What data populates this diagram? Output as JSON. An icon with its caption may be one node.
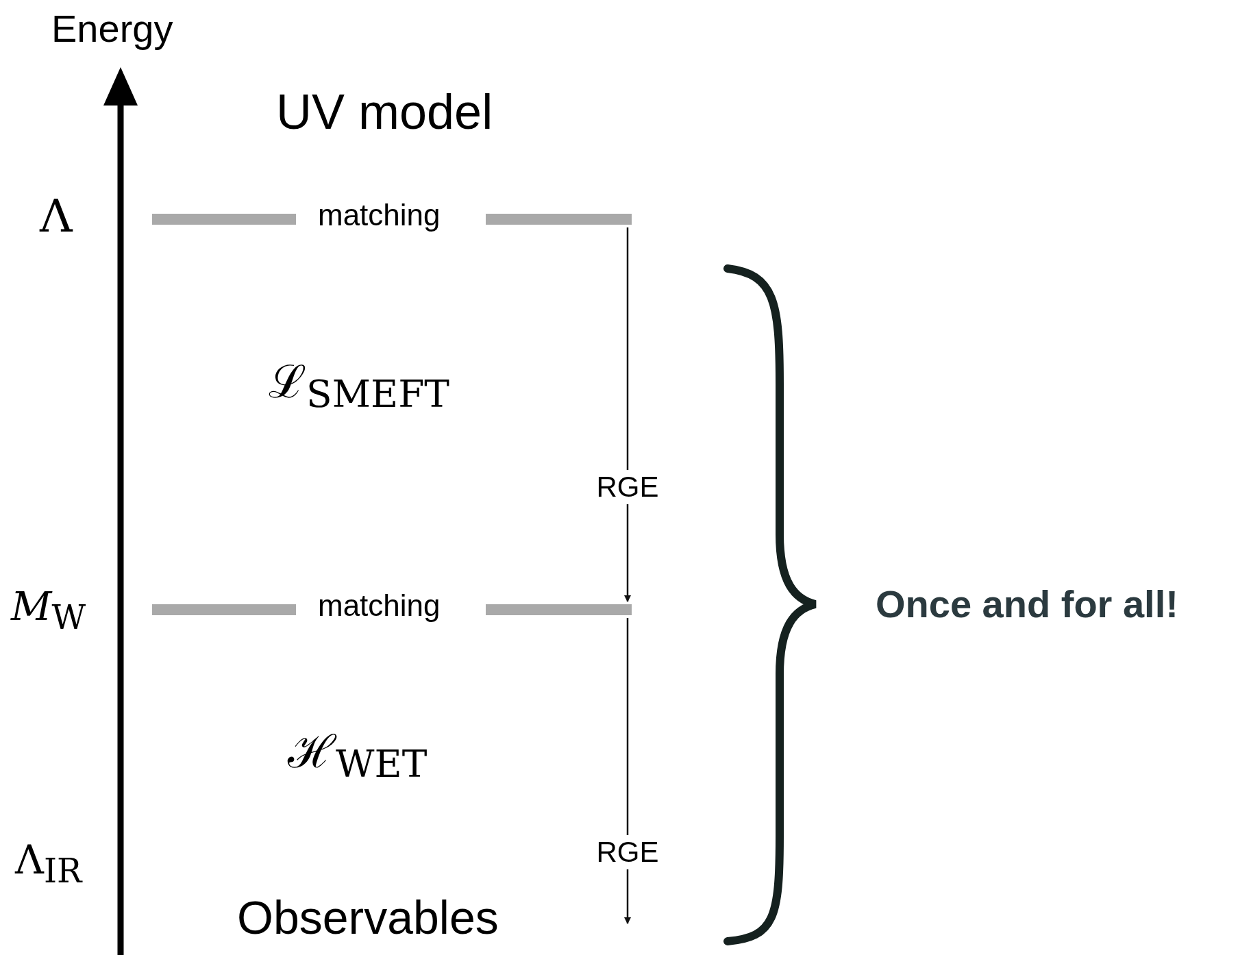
{
  "diagram": {
    "nodes": [
      {
        "text": [
          "UV model"
        ]
      },
      {
        "text": [
          "matching"
        ]
      },
      {
        "text": [
          "ℒ$_{SMEFT}$"
        ]
      },
      {
        "text": [
          "matching"
        ]
      },
      {
        "text": [
          "ℋ$_{WET}$"
        ]
      },
      {
        "text": [
          "Observables"
        ]
      }
    ],
    "edges": [
      {
        "from": 1,
        "to": 3,
        "arrow": "to",
        "label": "RGE"
      },
      {
        "from": 3,
        "to": null,
        "arrow": "to",
        "label": "RGE"
      }
    ],
    "labels": [
      "Energy",
      "Λ",
      "*M*$_{W}$",
      "Λ$_{IR}$",
      "Once and for all!"
    ]
  }
}
